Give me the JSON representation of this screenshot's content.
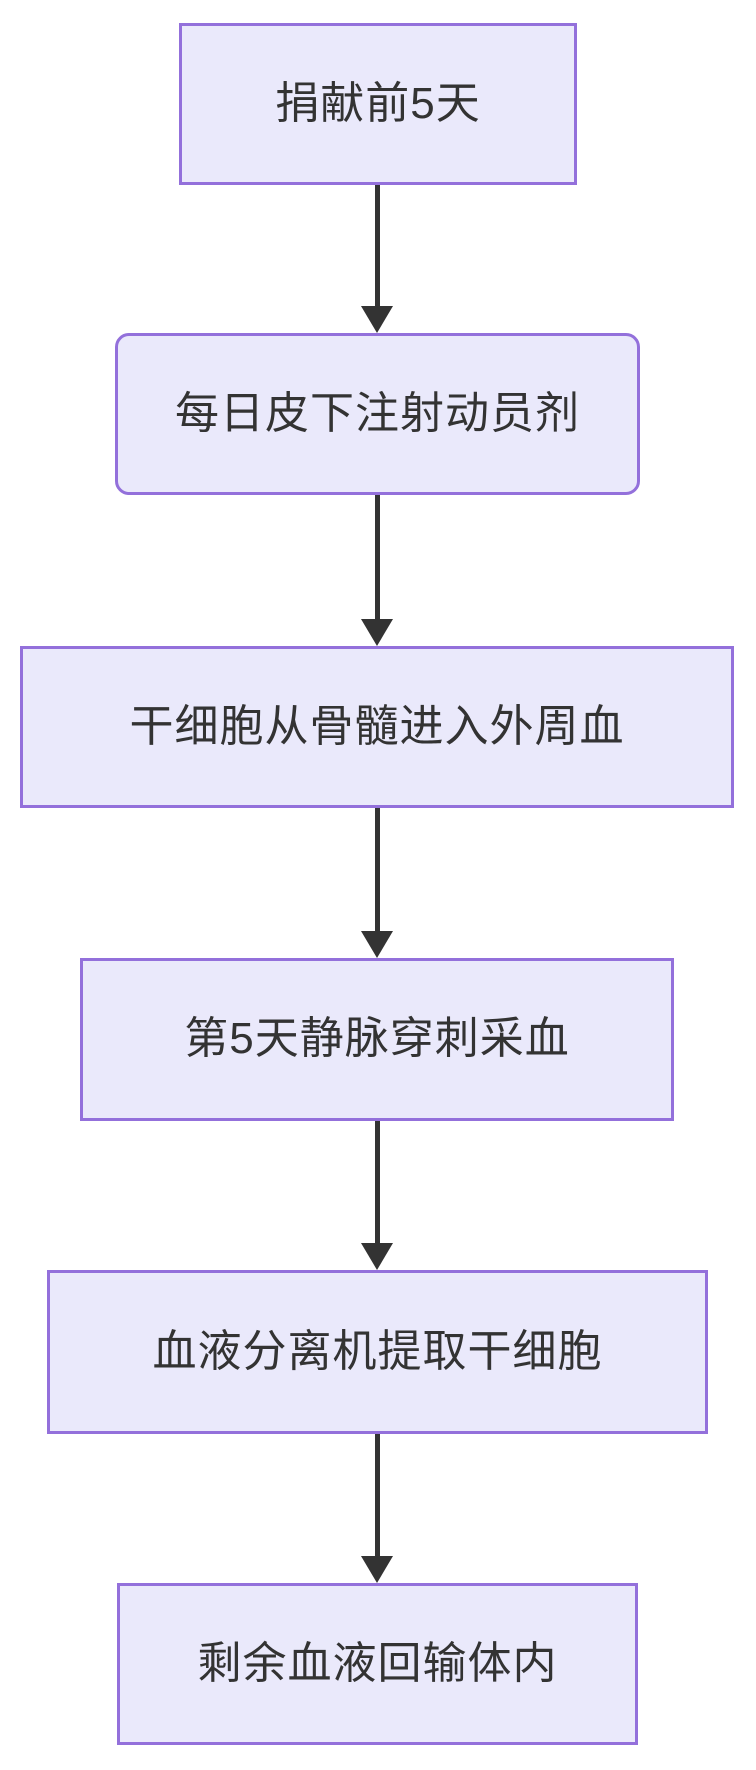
{
  "diagram": {
    "type": "flowchart",
    "direction": "top-down",
    "title": "",
    "colors": {
      "node_fill": "#EAE9FB",
      "node_border": "#9370DB",
      "arrow": "#333333",
      "text": "#333333",
      "background": "#FFFFFF"
    },
    "nodes": [
      {
        "id": "1",
        "label": "捐献前5天",
        "shape": "rect"
      },
      {
        "id": "2",
        "label": "每日皮下注射动员剂",
        "shape": "rounded-rect"
      },
      {
        "id": "3",
        "label": "干细胞从骨髓进入外周血",
        "shape": "rect"
      },
      {
        "id": "4",
        "label": "第5天静脉穿刺采血",
        "shape": "rect"
      },
      {
        "id": "5",
        "label": "血液分离机提取干细胞",
        "shape": "rect"
      },
      {
        "id": "6",
        "label": "剩余血液回输体内",
        "shape": "rect"
      }
    ],
    "edges": [
      {
        "from": "1",
        "to": "2"
      },
      {
        "from": "2",
        "to": "3"
      },
      {
        "from": "3",
        "to": "4"
      },
      {
        "from": "4",
        "to": "5"
      },
      {
        "from": "5",
        "to": "6"
      }
    ]
  }
}
